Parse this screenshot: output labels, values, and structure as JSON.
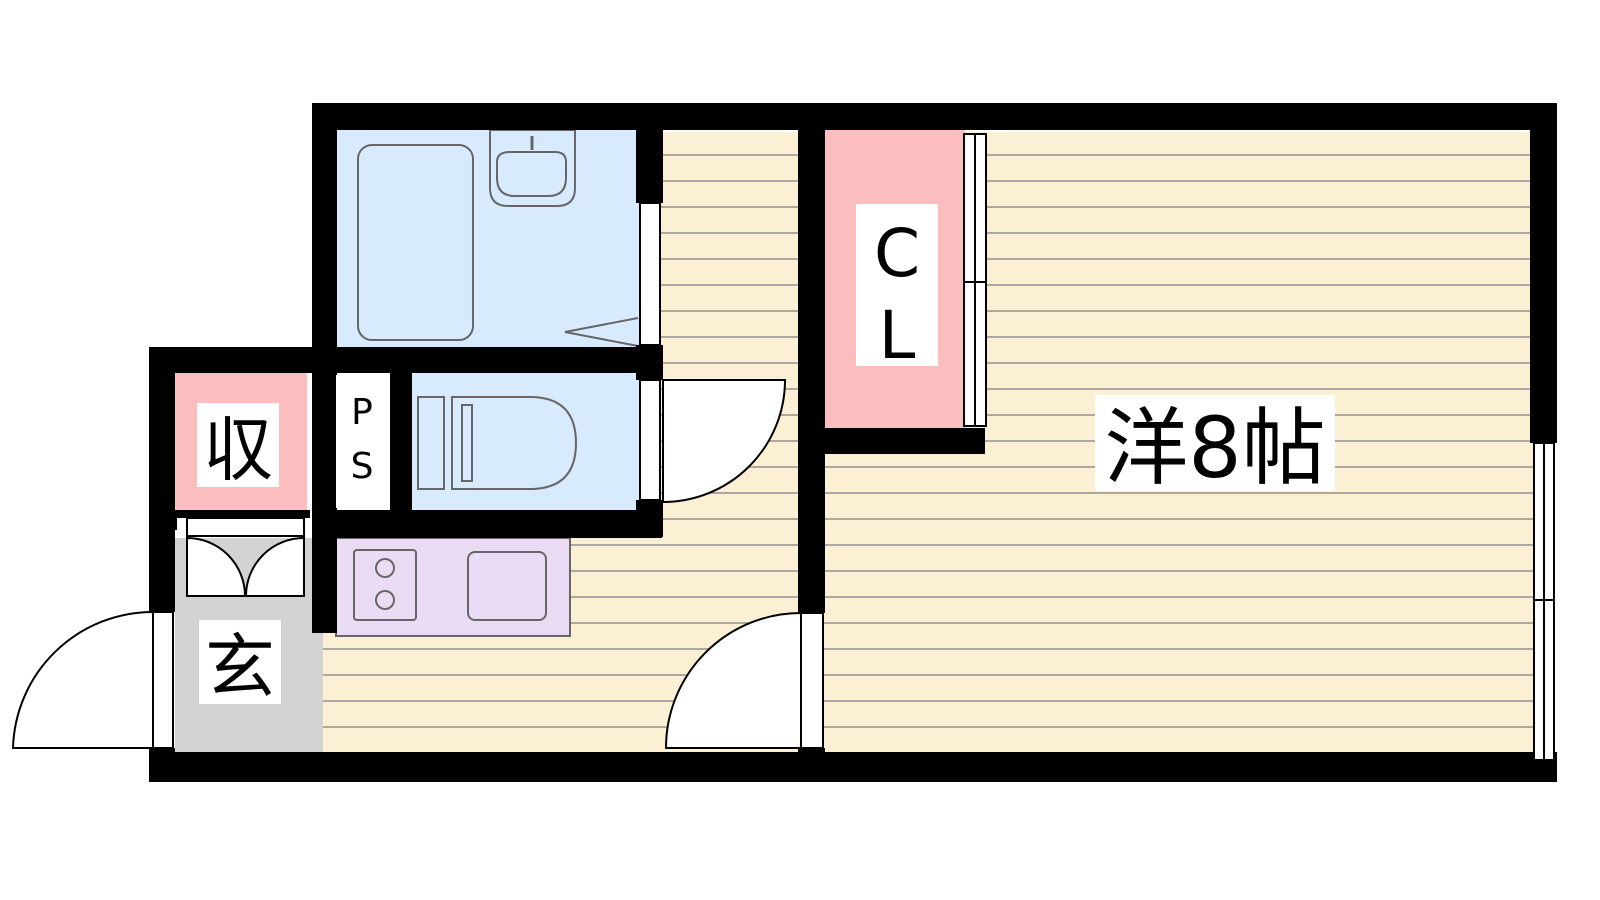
{
  "rooms": {
    "western": {
      "label": "洋8帖"
    },
    "closet": {
      "line1": "C",
      "line2": "L"
    },
    "storage": {
      "label": "収"
    },
    "pipe_space": {
      "line1": "P",
      "line2": "S"
    },
    "entrance": {
      "label": "玄"
    }
  },
  "colors": {
    "wall": "#000000",
    "floor": "#fcf0d4",
    "floor_line": "#8a8a8a",
    "bath": "#d8eafd",
    "storage_pink": "#fbbdbd",
    "kitchen": "#eadcf4",
    "entrance_grey": "#d2d2d2",
    "fixture_stroke": "#666666"
  }
}
